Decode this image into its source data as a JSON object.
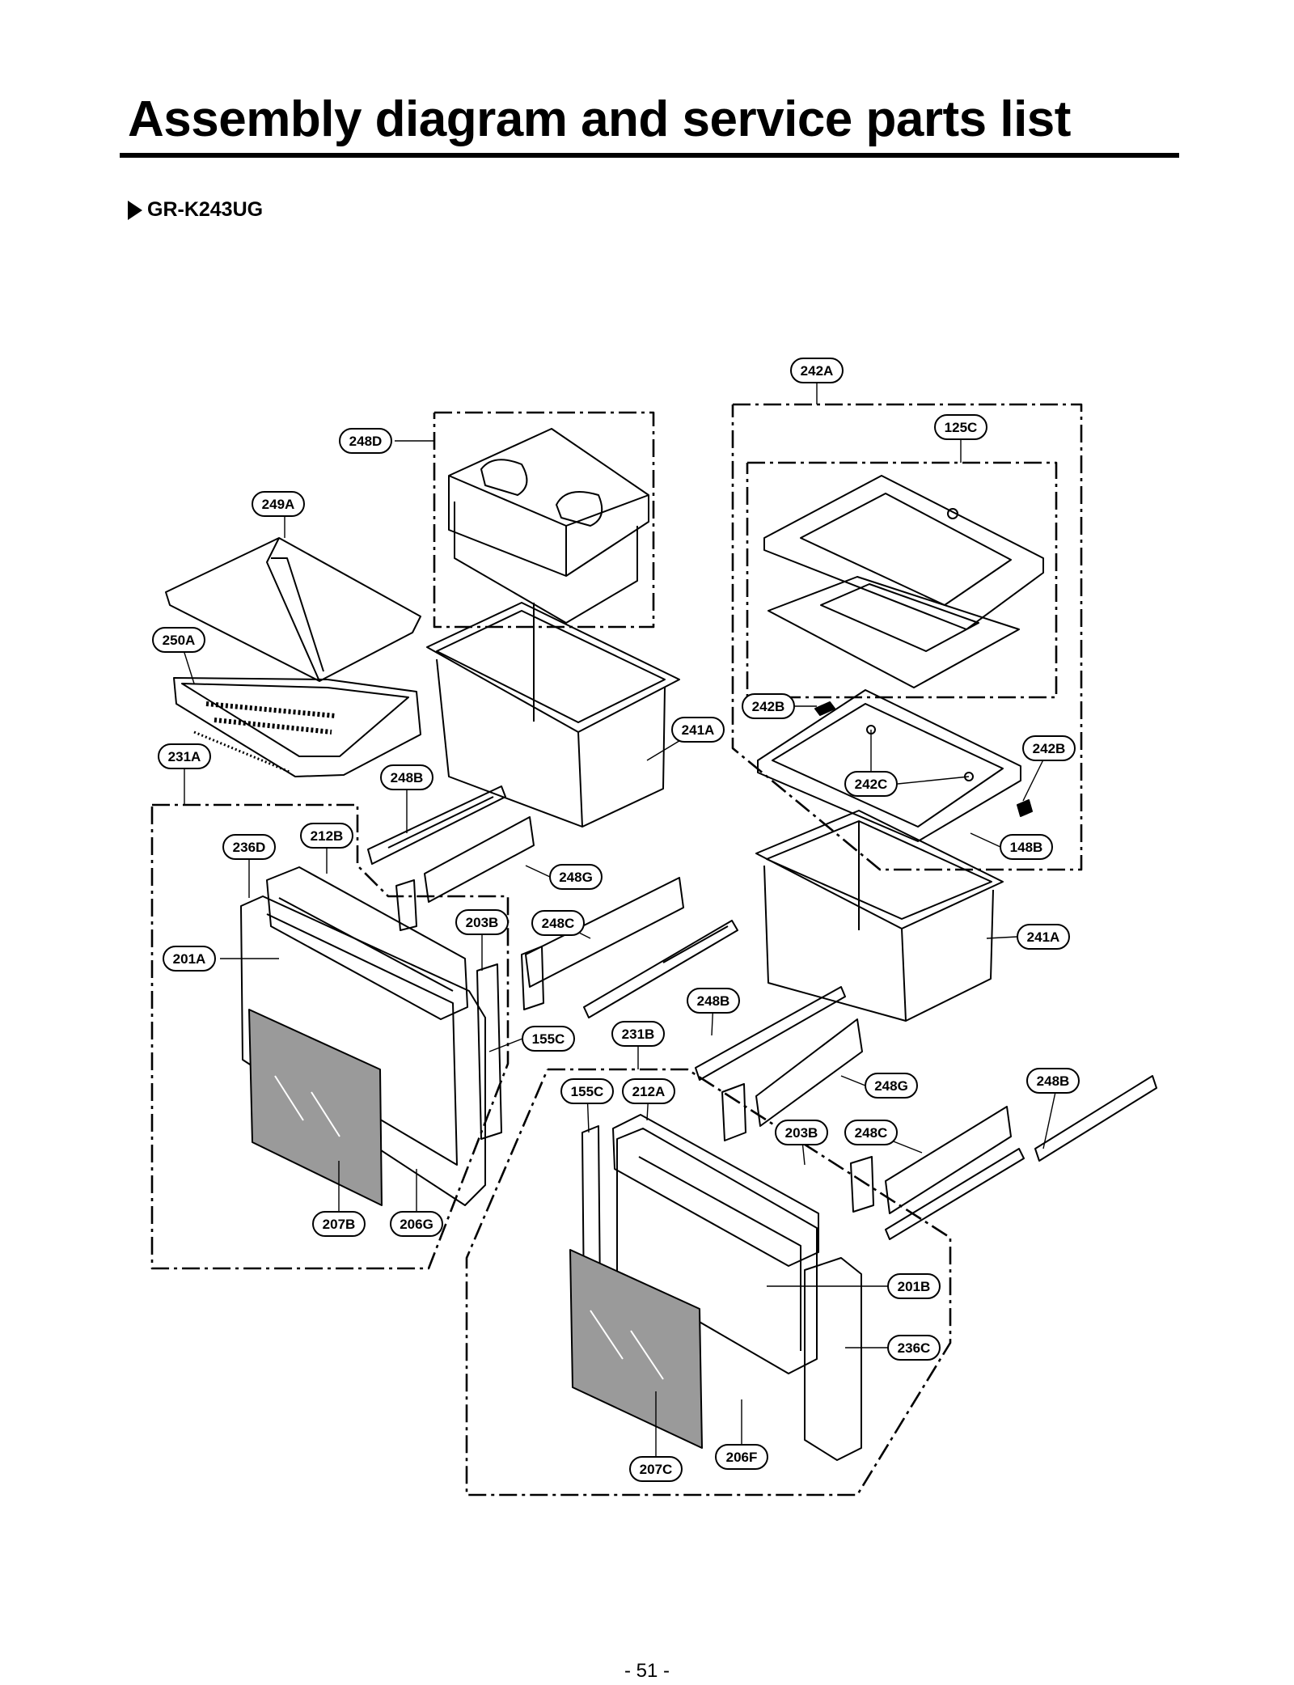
{
  "title": "Assembly diagram and service parts list",
  "model": "GR-K243UG",
  "page_number": "- 51 -",
  "part_labels": [
    "242A",
    "125C",
    "248D",
    "249A",
    "250A",
    "242B",
    "241A",
    "242B",
    "231A",
    "248B",
    "242C",
    "212B",
    "236D",
    "148B",
    "248G",
    "203B",
    "248C",
    "241A",
    "201A",
    "248B",
    "155C",
    "231B",
    "248G",
    "248B",
    "155C",
    "212A",
    "203B",
    "248C",
    "201B",
    "236C",
    "207B",
    "206G",
    "207C",
    "206F"
  ]
}
